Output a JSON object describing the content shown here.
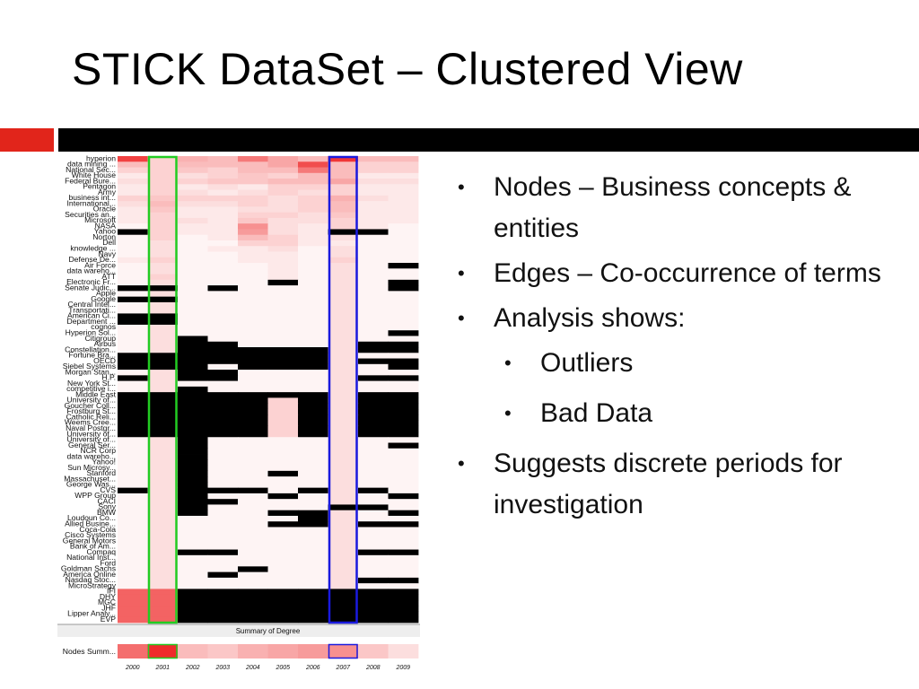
{
  "slide": {
    "title": "STICK DataSet – Clustered View",
    "accent_colors": {
      "red": "#e1251b",
      "black": "#000000"
    }
  },
  "bullets": [
    {
      "level": 1,
      "text": "Nodes – Business concepts & entities"
    },
    {
      "level": 1,
      "text": "Edges – Co-occurrence of terms"
    },
    {
      "level": 1,
      "text": "Analysis shows:"
    },
    {
      "level": 2,
      "text": "Outliers"
    },
    {
      "level": 2,
      "text": "Bad Data"
    },
    {
      "level": 1,
      "text": "Suggests discrete periods for investigation"
    }
  ],
  "chart_data": {
    "type": "heatmap",
    "columns": [
      "2000",
      "2001",
      "2002",
      "2003",
      "2004",
      "2005",
      "2006",
      "2007",
      "2008",
      "2009"
    ],
    "rows": [
      "hyperion",
      "data mining ...",
      "National Sec...",
      "White House",
      "Federal Bure...",
      "Pentagon",
      "Army",
      "business int...",
      "International...",
      "Oracle",
      "Securities an...",
      "Microsoft",
      "NASA",
      "Yahoo",
      "Norton",
      "Dell",
      "knowledge ...",
      "Navy",
      "Defense De...",
      "Air Force",
      "data wareho...",
      "ATT",
      "Electronic Fr...",
      "Senate Judic...",
      "Apple",
      "Google",
      "Central Intel...",
      "Transportati...",
      "American Ci...",
      "Department ...",
      "cognos",
      "Hyperion Sol...",
      "Citigroup",
      "Airbus",
      "Constellation...",
      "Fortune Bra...",
      "OECD",
      "Siebel Systems",
      "Morgan Stan...",
      "H.P.",
      "New York St...",
      "competitive i...",
      "Middle East",
      "University of...",
      "Goucher Coll...",
      "Frostburg St...",
      "Catholic Reli...",
      "Weems Cree...",
      "Naval Postgr...",
      "University of...",
      "University of...",
      "General Ser...",
      "NCR Corp",
      "data wareho...",
      "Yahoo!",
      "Sun Microsy...",
      "Stanford",
      "Massachuset...",
      "George Was...",
      "CVS",
      "WPP Group",
      "CACI",
      "Sony",
      "BMW",
      "Loudoun Co...",
      "Allied Busine...",
      "Coca-Cola",
      "Cisco Systems",
      "General Motors",
      "Bank of Am...",
      "Compaq",
      "National Inst...",
      "Ford",
      "Goldman Sachs",
      "America Online",
      "Nasdaq Stoc...",
      "MicroStrategy",
      "IFI",
      "DHY",
      "MGC",
      "JHF",
      "Lipper Analy...",
      "EVP"
    ],
    "values_scale": "0 = white (no degree), 1 = strong red; -1 = black (no data)",
    "values": [
      [
        0.85,
        0.2,
        0.35,
        0.3,
        0.6,
        0.4,
        0.3,
        0.9,
        0.3,
        0.3
      ],
      [
        0.3,
        0.2,
        0.3,
        0.3,
        0.3,
        0.4,
        0.8,
        0.3,
        0.2,
        0.2
      ],
      [
        0.2,
        0.2,
        0.25,
        0.2,
        0.3,
        0.3,
        0.6,
        0.3,
        0.2,
        0.2
      ],
      [
        0.1,
        0.2,
        0.15,
        0.2,
        0.25,
        0.2,
        0.3,
        0.3,
        0.1,
        0.1
      ],
      [
        0.15,
        0.2,
        0.2,
        0.25,
        0.25,
        0.3,
        0.3,
        0.4,
        0.15,
        0.15
      ],
      [
        0.1,
        0.2,
        0.1,
        0.15,
        0.1,
        0.2,
        0.2,
        0.2,
        0.1,
        0.1
      ],
      [
        0.1,
        0.2,
        0.15,
        0.1,
        0.15,
        0.2,
        0.15,
        0.2,
        0.1,
        0.1
      ],
      [
        0.2,
        0.25,
        0.2,
        0.2,
        0.2,
        0.15,
        0.2,
        0.35,
        0.15,
        0.1
      ],
      [
        0.15,
        0.3,
        0.15,
        0.15,
        0.2,
        0.15,
        0.2,
        0.3,
        0.1,
        0.1
      ],
      [
        0.1,
        0.25,
        0.1,
        0.1,
        0.15,
        0.15,
        0.2,
        0.3,
        0.1,
        0.1
      ],
      [
        0.1,
        0.2,
        0.1,
        0.1,
        0.2,
        0.2,
        0.15,
        0.25,
        0.1,
        0.1
      ],
      [
        0.1,
        0.2,
        0.15,
        0.1,
        0.25,
        0.15,
        0.15,
        0.2,
        0.1,
        0.1
      ],
      [
        0.05,
        0.2,
        0.1,
        0.1,
        0.5,
        0.15,
        0.1,
        0.2,
        0.1,
        0.05
      ],
      [
        -1,
        0.2,
        0.1,
        0.1,
        0.45,
        0.15,
        0.1,
        -1,
        -1,
        0.05
      ],
      [
        0.05,
        0.2,
        0.05,
        0.1,
        0.3,
        0.2,
        0.1,
        0.15,
        0.05,
        0.05
      ],
      [
        0.05,
        0.15,
        0.05,
        0.05,
        0.2,
        0.2,
        0.1,
        0.1,
        0.05,
        0.05
      ],
      [
        0.05,
        0.15,
        0.05,
        0.1,
        0.1,
        0.15,
        0.05,
        0.15,
        0.05,
        0.05
      ],
      [
        0.05,
        0.15,
        0.05,
        0.05,
        0.1,
        0.1,
        0.05,
        0.15,
        0.05,
        0.05
      ],
      [
        0.1,
        0.2,
        0.05,
        0.05,
        0.1,
        0.1,
        0.05,
        0.2,
        0.05,
        0.05
      ],
      [
        0.05,
        0.15,
        0.05,
        0.05,
        0.05,
        0.1,
        0.05,
        0.15,
        0.05,
        -1
      ],
      [
        0.05,
        0.15,
        0.05,
        0.05,
        0.05,
        0.1,
        0.05,
        0.15,
        0.05,
        0.05
      ],
      [
        0.05,
        0.2,
        0.05,
        0.05,
        0.05,
        0.1,
        0.05,
        0.15,
        0.05,
        0.05
      ],
      [
        0.05,
        0.15,
        0.05,
        0.05,
        0.05,
        -1,
        0.05,
        0.15,
        0.05,
        -1
      ],
      [
        -1,
        -1,
        0.05,
        -1,
        0.05,
        0.05,
        0.05,
        0.15,
        0.05,
        -1
      ],
      [
        0.05,
        0.15,
        0.05,
        0.05,
        0.05,
        0.05,
        0.05,
        0.15,
        0.05,
        0.05
      ],
      [
        -1,
        -1,
        0.05,
        0.05,
        0.05,
        0.05,
        0.05,
        0.15,
        0.05,
        0.05
      ],
      [
        0.05,
        0.15,
        0.05,
        0.05,
        0.05,
        0.05,
        0.05,
        0.15,
        0.05,
        0.05
      ],
      [
        0.05,
        0.15,
        0.05,
        0.05,
        0.05,
        0.05,
        0.05,
        0.15,
        0.05,
        0.05
      ],
      [
        -1,
        -1,
        0.05,
        0.05,
        0.05,
        0.05,
        0.05,
        0.15,
        0.05,
        0.05
      ],
      [
        -1,
        -1,
        0.05,
        0.05,
        0.05,
        0.05,
        0.05,
        0.15,
        0.05,
        0.05
      ],
      [
        0.05,
        0.15,
        0.05,
        0.05,
        0.05,
        0.05,
        0.05,
        0.15,
        0.05,
        0.05
      ],
      [
        0.05,
        0.15,
        0.05,
        0.05,
        0.05,
        0.05,
        0.05,
        0.15,
        0.05,
        -1
      ],
      [
        0.05,
        0.15,
        -1,
        0.05,
        0.05,
        0.05,
        0.05,
        0.15,
        0.05,
        0.05
      ],
      [
        0.05,
        0.15,
        -1,
        -1,
        0.05,
        0.05,
        0.05,
        0.15,
        -1,
        -1
      ],
      [
        0.05,
        0.15,
        -1,
        -1,
        -1,
        -1,
        -1,
        0.15,
        -1,
        -1
      ],
      [
        -1,
        -1,
        -1,
        -1,
        -1,
        -1,
        -1,
        0.15,
        0.05,
        0.05
      ],
      [
        -1,
        -1,
        -1,
        -1,
        -1,
        -1,
        -1,
        0.15,
        -1,
        -1
      ],
      [
        -1,
        -1,
        -1,
        0.05,
        -1,
        -1,
        -1,
        0.15,
        0.05,
        -1
      ],
      [
        0.05,
        0.15,
        -1,
        -1,
        0.05,
        0.05,
        0.05,
        0.15,
        0.05,
        0.05
      ],
      [
        -1,
        0.15,
        -1,
        -1,
        0.05,
        0.05,
        0.05,
        0.15,
        -1,
        -1
      ],
      [
        0.05,
        0.15,
        0.05,
        0.05,
        0.05,
        0.05,
        0.05,
        0.15,
        0.05,
        0.05
      ],
      [
        0.05,
        0.15,
        -1,
        0.05,
        0.05,
        0.05,
        0.05,
        0.15,
        0.05,
        0.05
      ],
      [
        -1,
        -1,
        -1,
        -1,
        -1,
        -1,
        -1,
        0.15,
        -1,
        -1
      ],
      [
        -1,
        -1,
        -1,
        -1,
        -1,
        0.2,
        -1,
        0.15,
        -1,
        -1
      ],
      [
        -1,
        -1,
        -1,
        -1,
        -1,
        0.2,
        -1,
        0.15,
        -1,
        -1
      ],
      [
        -1,
        -1,
        -1,
        -1,
        -1,
        0.2,
        -1,
        0.15,
        -1,
        -1
      ],
      [
        -1,
        -1,
        -1,
        -1,
        -1,
        0.2,
        -1,
        0.15,
        -1,
        -1
      ],
      [
        -1,
        -1,
        -1,
        -1,
        -1,
        0.2,
        -1,
        0.15,
        -1,
        -1
      ],
      [
        -1,
        -1,
        -1,
        -1,
        -1,
        0.2,
        -1,
        0.15,
        -1,
        -1
      ],
      [
        -1,
        -1,
        -1,
        -1,
        -1,
        0.2,
        -1,
        0.15,
        -1,
        -1
      ],
      [
        0.05,
        0.15,
        -1,
        0.05,
        0.05,
        0.05,
        0.05,
        0.15,
        0.05,
        0.05
      ],
      [
        0.05,
        0.15,
        -1,
        0.05,
        0.05,
        0.05,
        0.05,
        0.15,
        0.05,
        -1
      ],
      [
        0.05,
        0.15,
        -1,
        0.05,
        0.05,
        0.05,
        0.05,
        0.15,
        0.05,
        0.05
      ],
      [
        0.05,
        0.15,
        -1,
        0.05,
        0.05,
        0.05,
        0.05,
        0.15,
        0.05,
        0.05
      ],
      [
        0.05,
        0.15,
        -1,
        0.05,
        0.05,
        0.05,
        0.05,
        0.15,
        0.05,
        0.05
      ],
      [
        0.05,
        0.15,
        -1,
        0.05,
        0.05,
        0.05,
        0.05,
        0.15,
        0.05,
        0.05
      ],
      [
        0.05,
        0.15,
        -1,
        0.05,
        0.05,
        -1,
        0.05,
        0.15,
        0.05,
        0.05
      ],
      [
        0.05,
        0.15,
        -1,
        0.05,
        0.05,
        0.05,
        0.05,
        0.15,
        0.05,
        0.05
      ],
      [
        0.05,
        0.15,
        -1,
        0.05,
        0.05,
        0.05,
        0.05,
        0.15,
        0.05,
        0.05
      ],
      [
        -1,
        0.15,
        -1,
        -1,
        -1,
        0.05,
        -1,
        0.15,
        -1,
        0.05
      ],
      [
        0.05,
        0.15,
        -1,
        0.05,
        0.05,
        -1,
        0.05,
        0.15,
        0.05,
        -1
      ],
      [
        0.05,
        0.15,
        -1,
        -1,
        0.05,
        0.05,
        0.05,
        0.15,
        0.05,
        0.05
      ],
      [
        0.05,
        0.15,
        -1,
        0.05,
        0.05,
        0.05,
        0.05,
        -1,
        -1,
        0.05
      ],
      [
        0.05,
        0.15,
        -1,
        0.05,
        0.05,
        -1,
        -1,
        0.15,
        0.05,
        -1
      ],
      [
        0.05,
        0.15,
        0.05,
        0.05,
        0.05,
        0.05,
        -1,
        0.15,
        0.05,
        0.05
      ],
      [
        0.05,
        0.15,
        0.05,
        0.05,
        0.05,
        -1,
        -1,
        0.15,
        -1,
        -1
      ],
      [
        0.05,
        0.15,
        0.05,
        0.05,
        0.05,
        0.05,
        0.05,
        0.15,
        0.05,
        0.05
      ],
      [
        0.05,
        0.15,
        0.05,
        0.05,
        0.05,
        0.05,
        0.05,
        0.15,
        0.05,
        0.05
      ],
      [
        0.05,
        0.15,
        0.05,
        0.05,
        0.05,
        0.05,
        0.05,
        0.15,
        0.05,
        0.05
      ],
      [
        0.05,
        0.15,
        0.05,
        0.05,
        0.05,
        0.05,
        0.05,
        0.15,
        0.05,
        0.05
      ],
      [
        0.05,
        0.15,
        -1,
        -1,
        0.05,
        0.05,
        0.05,
        0.15,
        -1,
        -1
      ],
      [
        0.05,
        0.15,
        0.05,
        0.05,
        0.05,
        0.05,
        0.05,
        0.15,
        0.05,
        0.05
      ],
      [
        0.05,
        0.15,
        0.05,
        0.05,
        0.05,
        0.05,
        0.05,
        0.15,
        0.05,
        0.05
      ],
      [
        0.05,
        0.15,
        0.05,
        0.05,
        -1,
        0.05,
        0.05,
        0.15,
        0.05,
        0.05
      ],
      [
        0.05,
        0.15,
        0.05,
        -1,
        0.05,
        0.05,
        0.05,
        0.15,
        0.05,
        0.05
      ],
      [
        0.05,
        0.15,
        0.05,
        0.05,
        0.05,
        0.05,
        0.05,
        0.15,
        -1,
        -1
      ],
      [
        0.05,
        0.15,
        0.05,
        0.05,
        0.05,
        0.05,
        0.05,
        0.15,
        0.05,
        0.05
      ],
      [
        0.7,
        0.7,
        -1,
        -1,
        -1,
        -1,
        -1,
        -1,
        -1,
        -1
      ],
      [
        0.7,
        0.7,
        -1,
        -1,
        -1,
        -1,
        -1,
        -1,
        -1,
        -1
      ],
      [
        0.7,
        0.7,
        -1,
        -1,
        -1,
        -1,
        -1,
        -1,
        -1,
        -1
      ],
      [
        0.7,
        0.7,
        -1,
        -1,
        -1,
        -1,
        -1,
        -1,
        -1,
        -1
      ],
      [
        0.7,
        0.7,
        -1,
        -1,
        -1,
        -1,
        -1,
        -1,
        -1,
        -1
      ],
      [
        0.7,
        0.7,
        -1,
        -1,
        -1,
        -1,
        -1,
        -1,
        -1,
        -1
      ]
    ],
    "highlight_columns": [
      {
        "column": "2001",
        "color": "#22cc22"
      },
      {
        "column": "2007",
        "color": "#1a1adf"
      }
    ],
    "summary": {
      "title": "Summary of Degree",
      "row_label": "Nodes Summ...",
      "values": [
        0.65,
        0.95,
        0.3,
        0.25,
        0.35,
        0.4,
        0.45,
        0.5,
        0.25,
        0.15
      ]
    },
    "colors": {
      "high": "#ee2020",
      "low": "#ffffff",
      "nodata": "#000000"
    }
  }
}
